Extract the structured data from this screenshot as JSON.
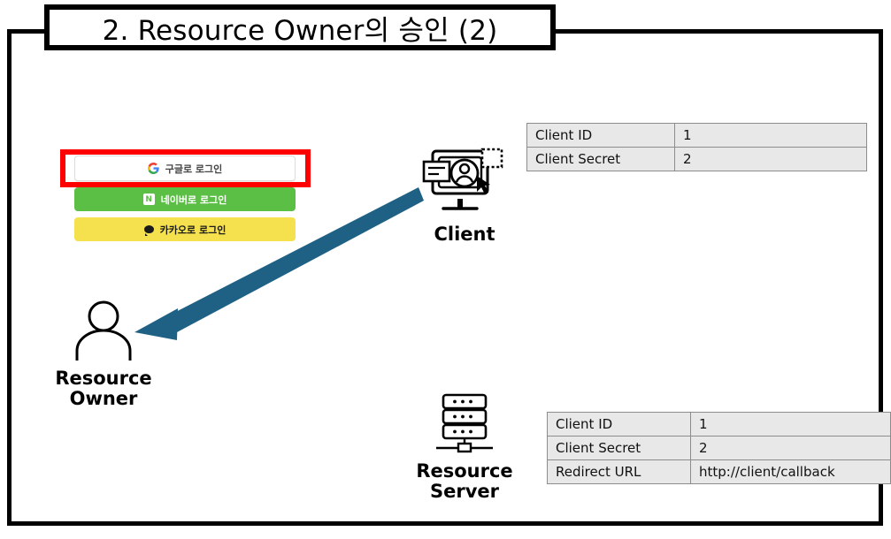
{
  "slide": {
    "title": "2. Resource Owner의 승인 (2)"
  },
  "login_panel": {
    "highlight_color": "#FF0000",
    "buttons": [
      {
        "id": "google",
        "label": "구글로 로그인",
        "icon": "google-g-icon",
        "bg": "#FFFFFF",
        "fg": "#444444",
        "highlighted": true
      },
      {
        "id": "naver",
        "label": "네이버로 로그인",
        "icon": "naver-n-icon",
        "icon_text": "N",
        "bg": "#5CBF45",
        "fg": "#FFFFFF",
        "highlighted": false
      },
      {
        "id": "kakao",
        "label": "카카오로 로그인",
        "icon": "kakao-bubble-icon",
        "bg": "#F5E14E",
        "fg": "#1A1A1A",
        "highlighted": false
      }
    ]
  },
  "actors": {
    "client": {
      "label": "Client",
      "icon": "client-monitor-user-icon"
    },
    "resource_owner": {
      "label_line1": "Resource",
      "label_line2": "Owner",
      "icon": "person-icon"
    },
    "resource_server": {
      "label_line1": "Resource",
      "label_line2": "Server",
      "icon": "server-rack-icon"
    }
  },
  "arrow": {
    "name": "redirect-arrow",
    "color": "#1F6184",
    "from": "Client",
    "to": "Resource Owner",
    "direction": "down-left"
  },
  "tables": {
    "client_table": {
      "rows": [
        {
          "key": "Client ID",
          "value": "1"
        },
        {
          "key": "Client Secret",
          "value": "2"
        }
      ]
    },
    "server_table": {
      "rows": [
        {
          "key": "Client ID",
          "value": "1"
        },
        {
          "key": "Client Secret",
          "value": "2"
        },
        {
          "key": "Redirect URL",
          "value": "http://client/callback"
        }
      ]
    }
  }
}
